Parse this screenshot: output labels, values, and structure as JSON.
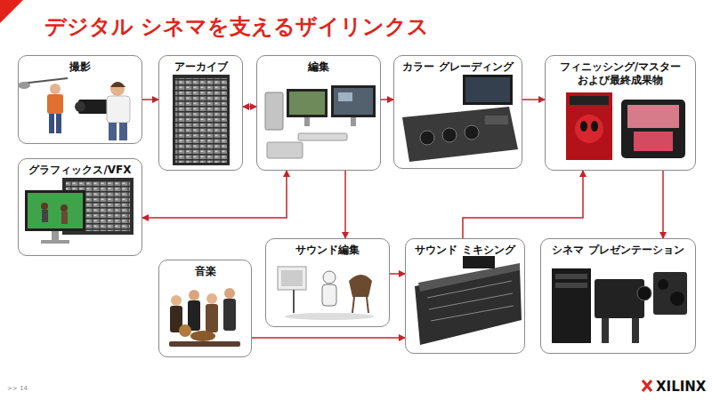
{
  "diagram": {
    "title": "デジタル シネマを支えるザイリンクス",
    "nodes": [
      {
        "text": [
          "撮影"
        ]
      },
      {
        "text": [
          "アーカイブ"
        ]
      },
      {
        "text": [
          "編集"
        ]
      },
      {
        "text": [
          "カラー グレーディング"
        ]
      },
      {
        "text": [
          "フィニッシング/マスター および最終成果物"
        ]
      },
      {
        "text": [
          "グラフィックス/VFX"
        ]
      },
      {
        "text": [
          "音楽"
        ]
      },
      {
        "text": [
          "サウンド編集"
        ]
      },
      {
        "text": [
          "サウンド ミキシング"
        ]
      },
      {
        "text": [
          "シネマ プレゼンテーション"
        ]
      }
    ],
    "edges": [
      {
        "from": 0,
        "to": 1,
        "arrow": "to"
      },
      {
        "from": 1,
        "to": 2,
        "arrow": "both"
      },
      {
        "from": 2,
        "to": 3,
        "arrow": "to"
      },
      {
        "from": 3,
        "to": 4,
        "arrow": "to"
      },
      {
        "from": 2,
        "to": 5,
        "arrow": "both"
      },
      {
        "from": 2,
        "to": 7,
        "arrow": "to"
      },
      {
        "from": 7,
        "to": 8,
        "arrow": "to"
      },
      {
        "from": 6,
        "to": 8,
        "arrow": "to"
      },
      {
        "from": 8,
        "to": 4,
        "arrow": "to"
      },
      {
        "from": 4,
        "to": 9,
        "arrow": "to"
      }
    ],
    "labels": [
      ">> 14",
      "XILINX"
    ]
  }
}
